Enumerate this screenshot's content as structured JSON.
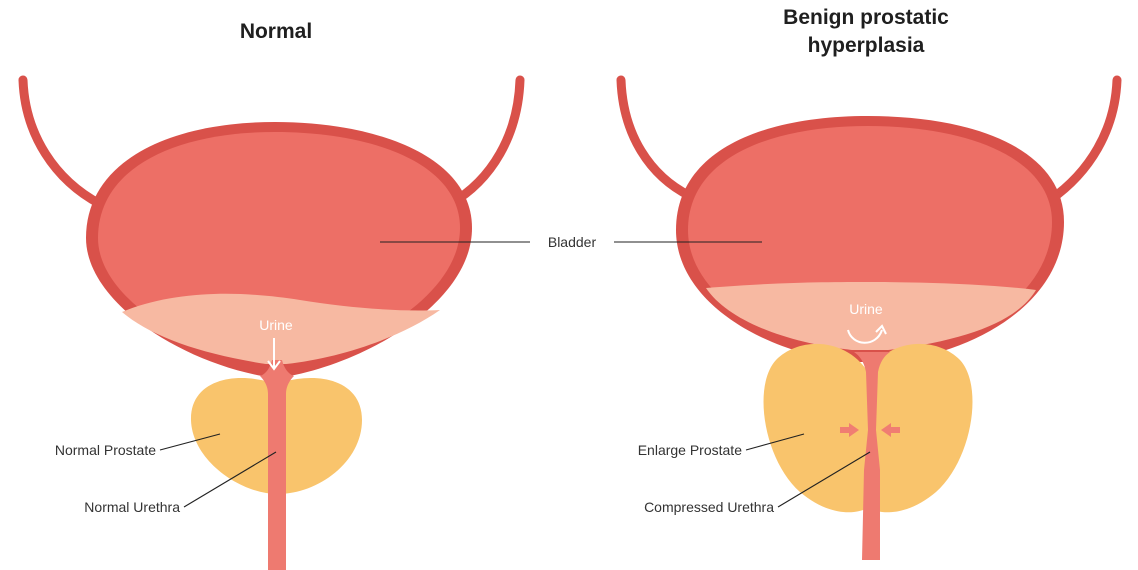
{
  "titles": {
    "normal": "Normal",
    "bph_line1": "Benign prostatic",
    "bph_line2": "hyperplasia"
  },
  "labels": {
    "bladder": "Bladder",
    "urine_normal": "Urine",
    "urine_bph": "Urine",
    "normal_prostate": "Normal Prostate",
    "normal_urethra": "Normal Urethra",
    "enlarge_prostate": "Enlarge Prostate",
    "compressed_urethra": "Compressed Urethra"
  },
  "colors": {
    "wall": "#d9514a",
    "bladder_fill": "#ed6f66",
    "urine_fill": "#f7b9a2",
    "prostate_fill": "#f9c46c",
    "urethra_fill": "#ee7a70",
    "arrow_white": "#ffffff",
    "arrow_compress": "#f07d72"
  }
}
